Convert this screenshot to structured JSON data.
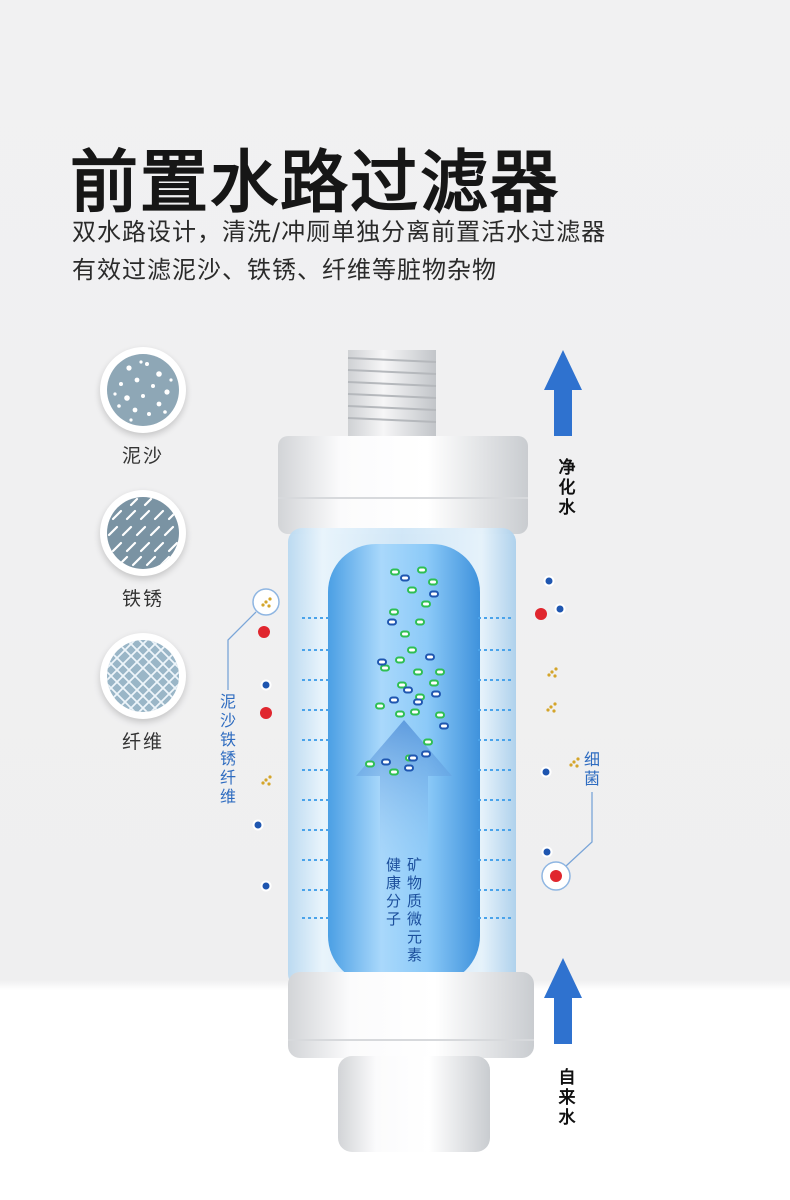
{
  "title": "前置水路过滤器",
  "subtitle": {
    "line1": "双水路设计，清洗/冲厕单独分离前置活水过滤器",
    "line2": "有效过滤泥沙、铁锈、纤维等脏物杂物"
  },
  "impurities": [
    {
      "label": "泥沙",
      "icon": "sand-particles-icon"
    },
    {
      "label": "铁锈",
      "icon": "rust-flakes-icon"
    },
    {
      "label": "纤维",
      "icon": "fiber-mesh-icon"
    }
  ],
  "flow": {
    "out_label": "净化水",
    "in_label": "自来水"
  },
  "filtered_label": "泥沙铁锈纤维",
  "bacteria_label": "细菌",
  "inner_labels": {
    "left": "健康分子",
    "right": "矿物质微元素"
  },
  "colors": {
    "arrow": "#2f72cf",
    "title": "#161616",
    "callout": "#2e6cc0",
    "bacteria": "#e0262e"
  }
}
